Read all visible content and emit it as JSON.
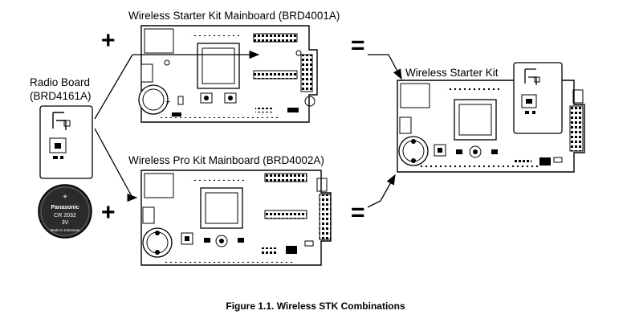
{
  "labels": {
    "starter_mainboard": "Wireless Starter Kit Mainboard (BRD4001A)",
    "pro_mainboard": "Wireless Pro Kit Mainboard (BRD4002A)",
    "radio_board_line1": "Radio Board",
    "radio_board_line2": "(BRD4161A)",
    "result": "Wireless Starter Kit"
  },
  "symbols": {
    "plus": "+",
    "equals": "="
  },
  "battery": {
    "line1": "+",
    "line2": "Panasonic",
    "line3": "CR 2032",
    "line4": "3V",
    "line5": "Made in Indonesia"
  },
  "caption": "Figure 1.1.   Wireless STK Combinations"
}
